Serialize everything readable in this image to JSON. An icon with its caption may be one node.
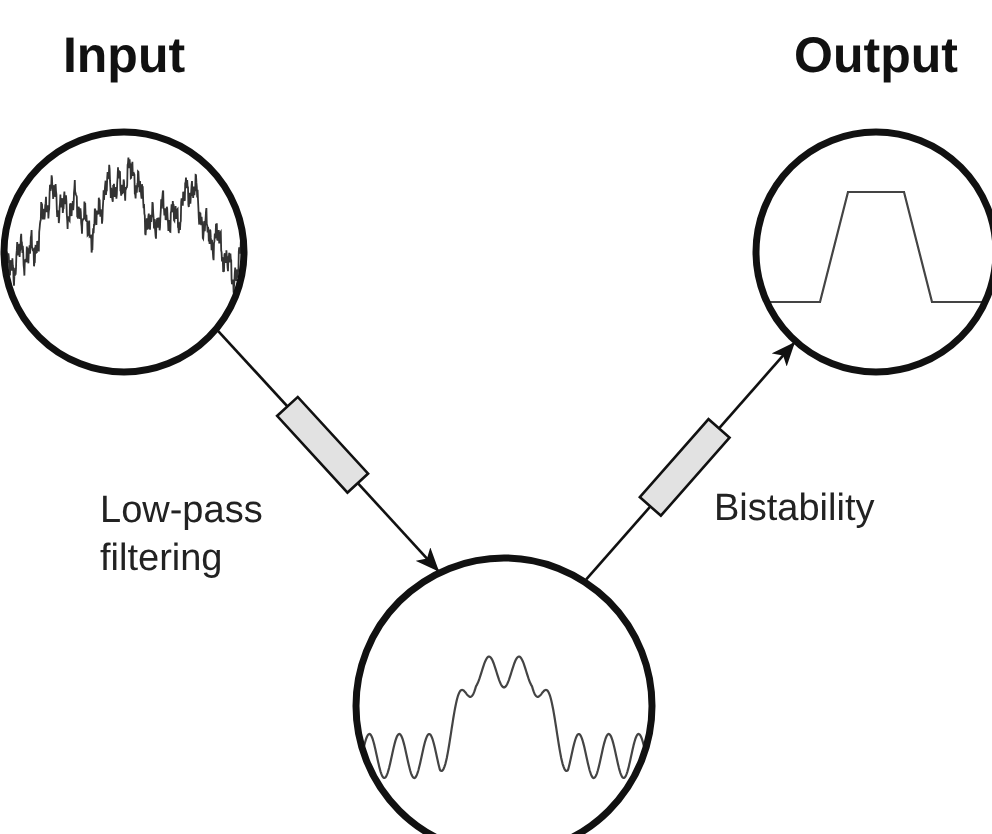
{
  "diagram": {
    "nodes": [
      {
        "text": [
          "Input"
        ]
      },
      {
        "text": [
          "Output"
        ]
      },
      {
        "text": [],
        "shape": "circle"
      }
    ],
    "edges": [
      {
        "from": 0,
        "to": 2,
        "arrow": "to",
        "label": "Low-pass filtering"
      },
      {
        "from": 2,
        "to": 1,
        "arrow": "to",
        "label": "Bistability"
      }
    ]
  }
}
